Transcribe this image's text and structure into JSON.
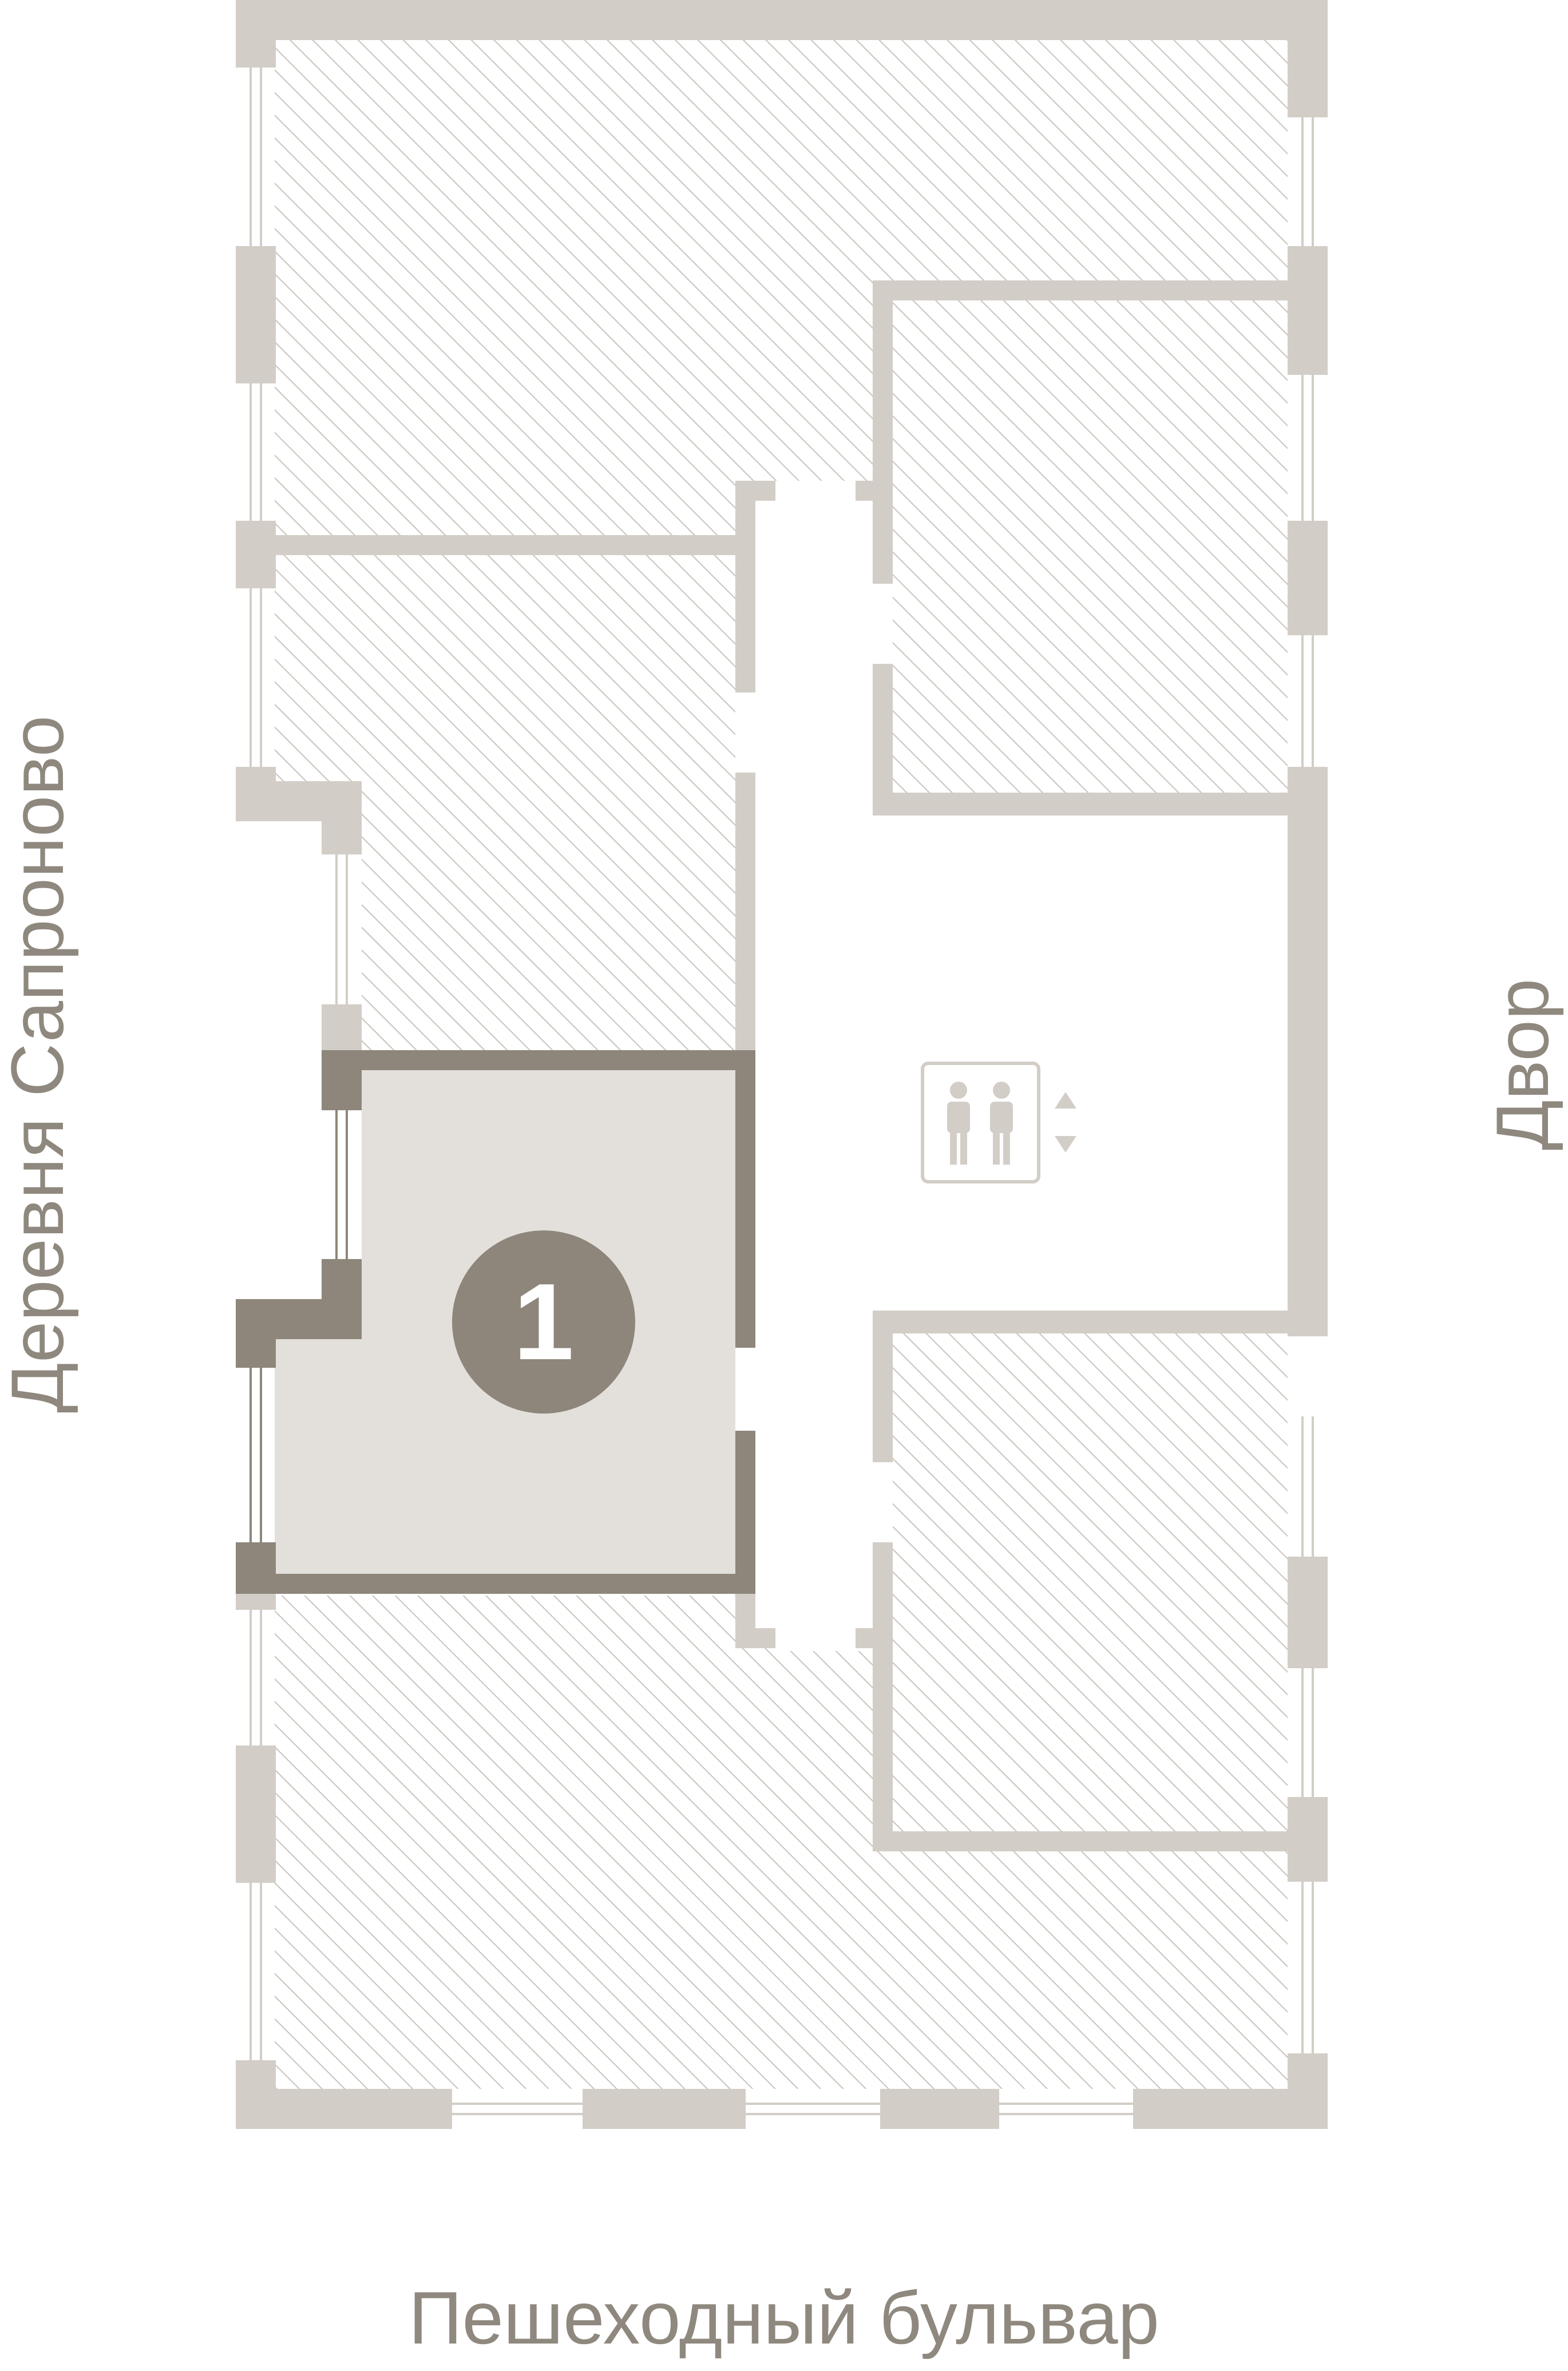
{
  "labels": {
    "left_street": "Деревня Сапроново",
    "right_side": "Двор",
    "bottom_street": "Пешеходный бульвар"
  },
  "unit": {
    "number": "1",
    "status": "selected"
  },
  "icons": {
    "elevator": "elevator-icon",
    "arrows": "up-down-arrows-icon"
  },
  "colors": {
    "wall": "#d2cdc6",
    "hatch": "#c9c3bb",
    "unit_fill": "#e3e0dc",
    "unit_wall": "#8e867b",
    "label_text": "#8f887e",
    "corridor": "#ffffff"
  }
}
